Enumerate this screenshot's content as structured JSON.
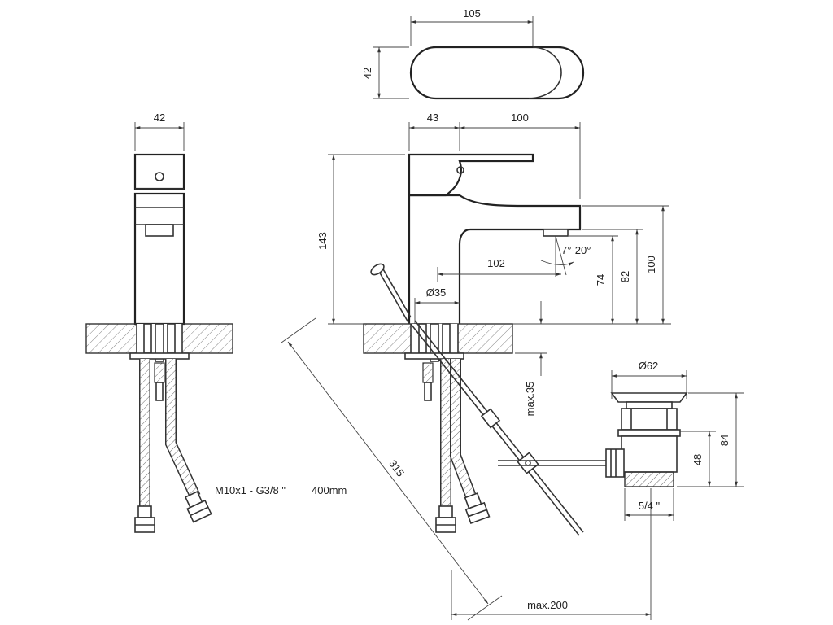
{
  "dimensions": {
    "top_width": "105",
    "top_depth": "42",
    "side_width": "42",
    "base_offset": "43",
    "spout_length": "100",
    "height_total": "143",
    "spout_reach": "102",
    "angle": "7°-20°",
    "h74": "74",
    "h82": "82",
    "h100": "100",
    "diam35": "Ø35",
    "max35": "max.35",
    "rod_length": "315",
    "max200": "max.200",
    "diam62": "Ø62",
    "h84": "84",
    "h48": "48",
    "thread": "5/4 \""
  },
  "hose_spec": {
    "thread": "M10x1 - G3/8 \"",
    "length": "400mm"
  },
  "colors": {
    "line": "#333333",
    "background": "#ffffff",
    "hatch": "#777777"
  }
}
